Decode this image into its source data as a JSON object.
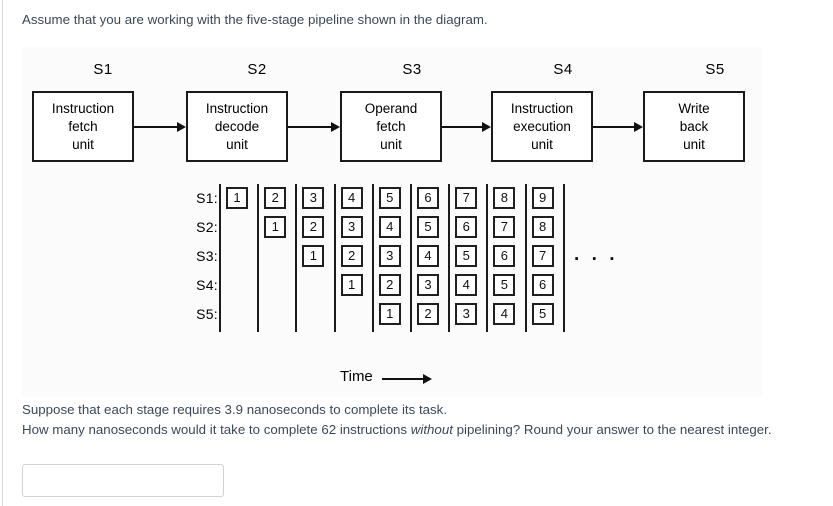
{
  "question": {
    "prompt_top": "Assume that you are working with the five-stage pipeline shown in the diagram.",
    "prompt_line1": "Suppose that each stage requires 3.9 nanoseconds to complete its task.",
    "prompt_line2_a": "How many nanoseconds would it take to complete 62 instructions ",
    "prompt_line2_em": "without",
    "prompt_line2_b": " pipelining? Round your answer to the nearest integer.",
    "stage_time_ns": "3.9",
    "instruction_count": "62"
  },
  "answer": {
    "value": "",
    "placeholder": ""
  },
  "diagram": {
    "stages": [
      {
        "label": "S1",
        "text": "Instruction\nfetch\nunit"
      },
      {
        "label": "S2",
        "text": "Instruction\ndecode\nunit"
      },
      {
        "label": "S3",
        "text": "Operand\nfetch\nunit"
      },
      {
        "label": "S4",
        "text": "Instruction\nexecution\nunit"
      },
      {
        "label": "S5",
        "text": "Write\nback\nunit"
      }
    ],
    "timing": {
      "row_labels": [
        "S1:",
        "S2:",
        "S3:",
        "S4:",
        "S5:"
      ],
      "columns": 9,
      "cells": [
        [
          "1",
          "2",
          "3",
          "4",
          "5",
          "6",
          "7",
          "8",
          "9"
        ],
        [
          "",
          "1",
          "2",
          "3",
          "4",
          "5",
          "6",
          "7",
          "8"
        ],
        [
          "",
          "",
          "1",
          "2",
          "3",
          "4",
          "5",
          "6",
          "7"
        ],
        [
          "",
          "",
          "",
          "1",
          "2",
          "3",
          "4",
          "5",
          "6"
        ],
        [
          "",
          "",
          "",
          "",
          "1",
          "2",
          "3",
          "4",
          "5"
        ]
      ],
      "continuation": "· · ·",
      "axis_label": "Time"
    }
  },
  "colors": {
    "text": "#3c4858",
    "ink": "#000000",
    "figure_bg": "#fbfbfb",
    "input_border": "#cfd2d6"
  }
}
